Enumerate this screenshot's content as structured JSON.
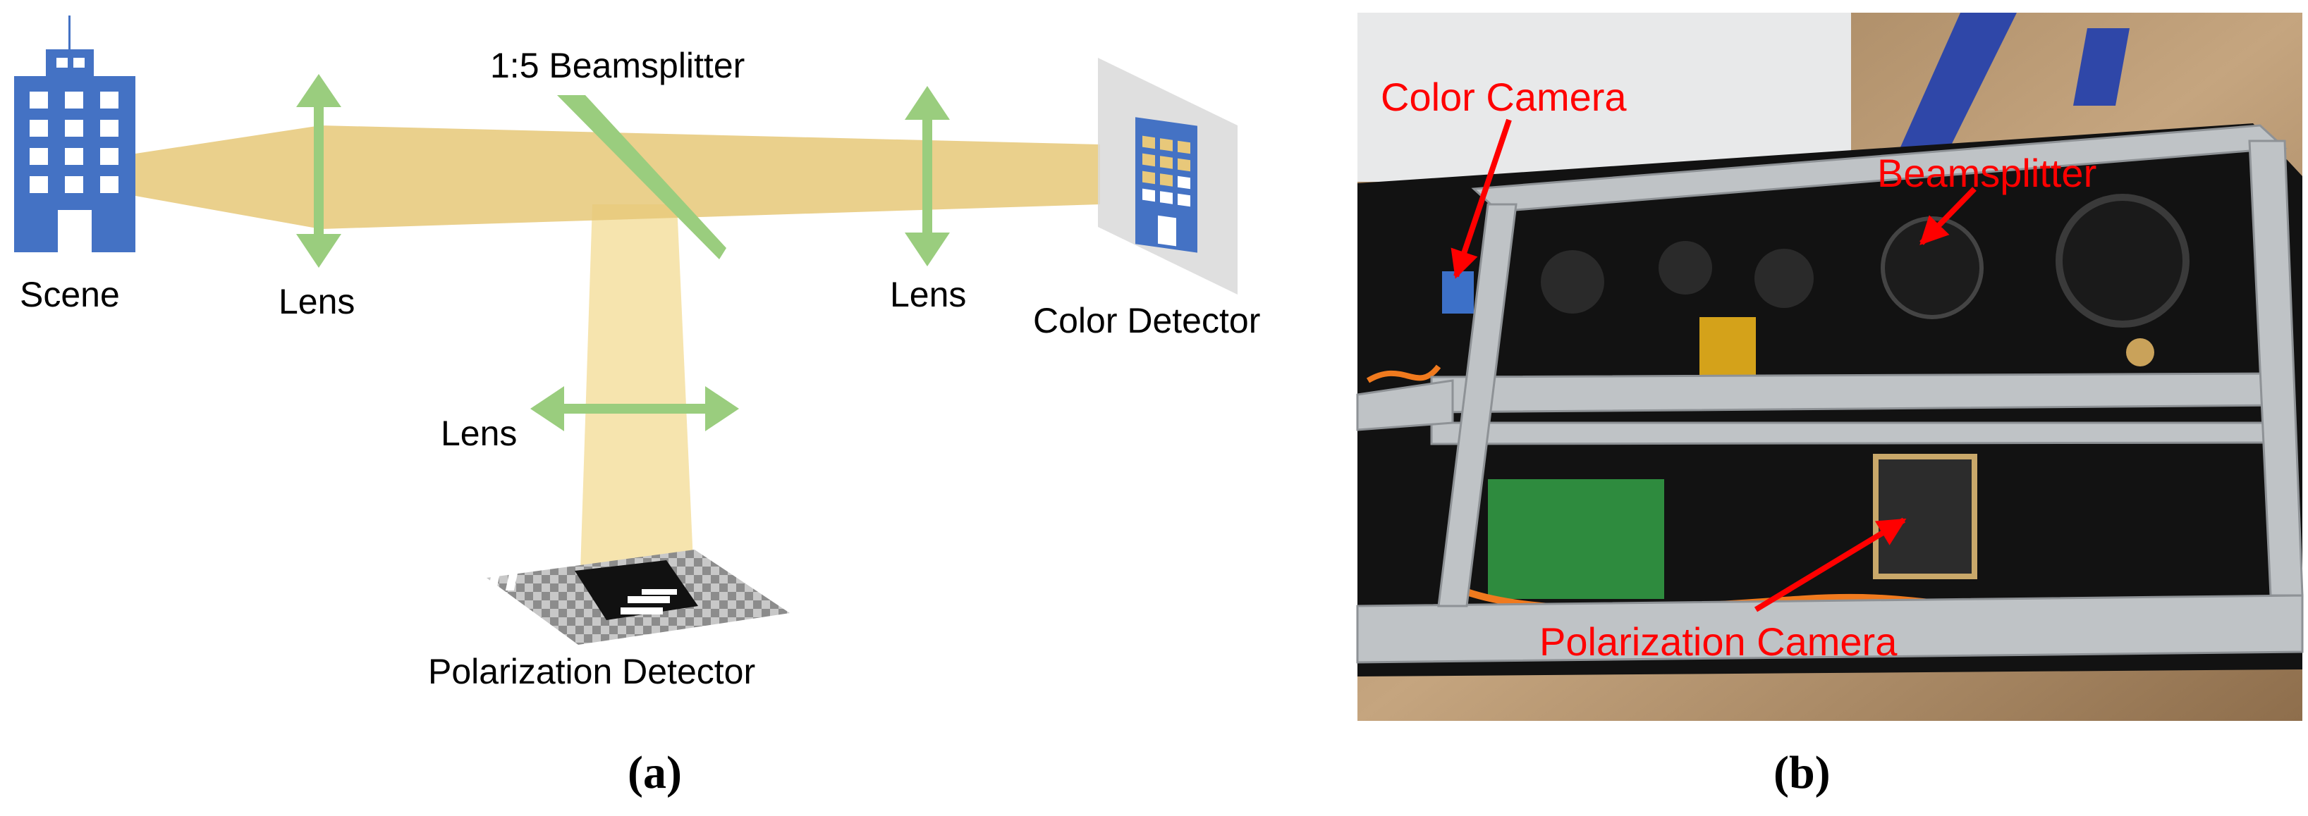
{
  "panel_a": {
    "labels": {
      "scene": "Scene",
      "lens_1": "Lens",
      "beamsplitter": "1:5 Beamsplitter",
      "lens_2": "Lens",
      "color_detector": "Color Detector",
      "lens_3": "Lens",
      "polarization_detector": "Polarization Detector"
    },
    "caption": "(a)",
    "colors": {
      "building": "#4472C4",
      "beam": "#E6C878",
      "beam_down": "#F5DFA0",
      "lens": "#9ACD7E",
      "beamsplitter": "#9ACD7E"
    }
  },
  "panel_b": {
    "annotations": {
      "color_camera": "Color Camera",
      "beamsplitter": "Beamsplitter",
      "polarization_camera": "Polarization Camera"
    },
    "caption": "(b)",
    "colors": {
      "annotation": "#FF0000",
      "frame": "#BFC3C6"
    }
  }
}
